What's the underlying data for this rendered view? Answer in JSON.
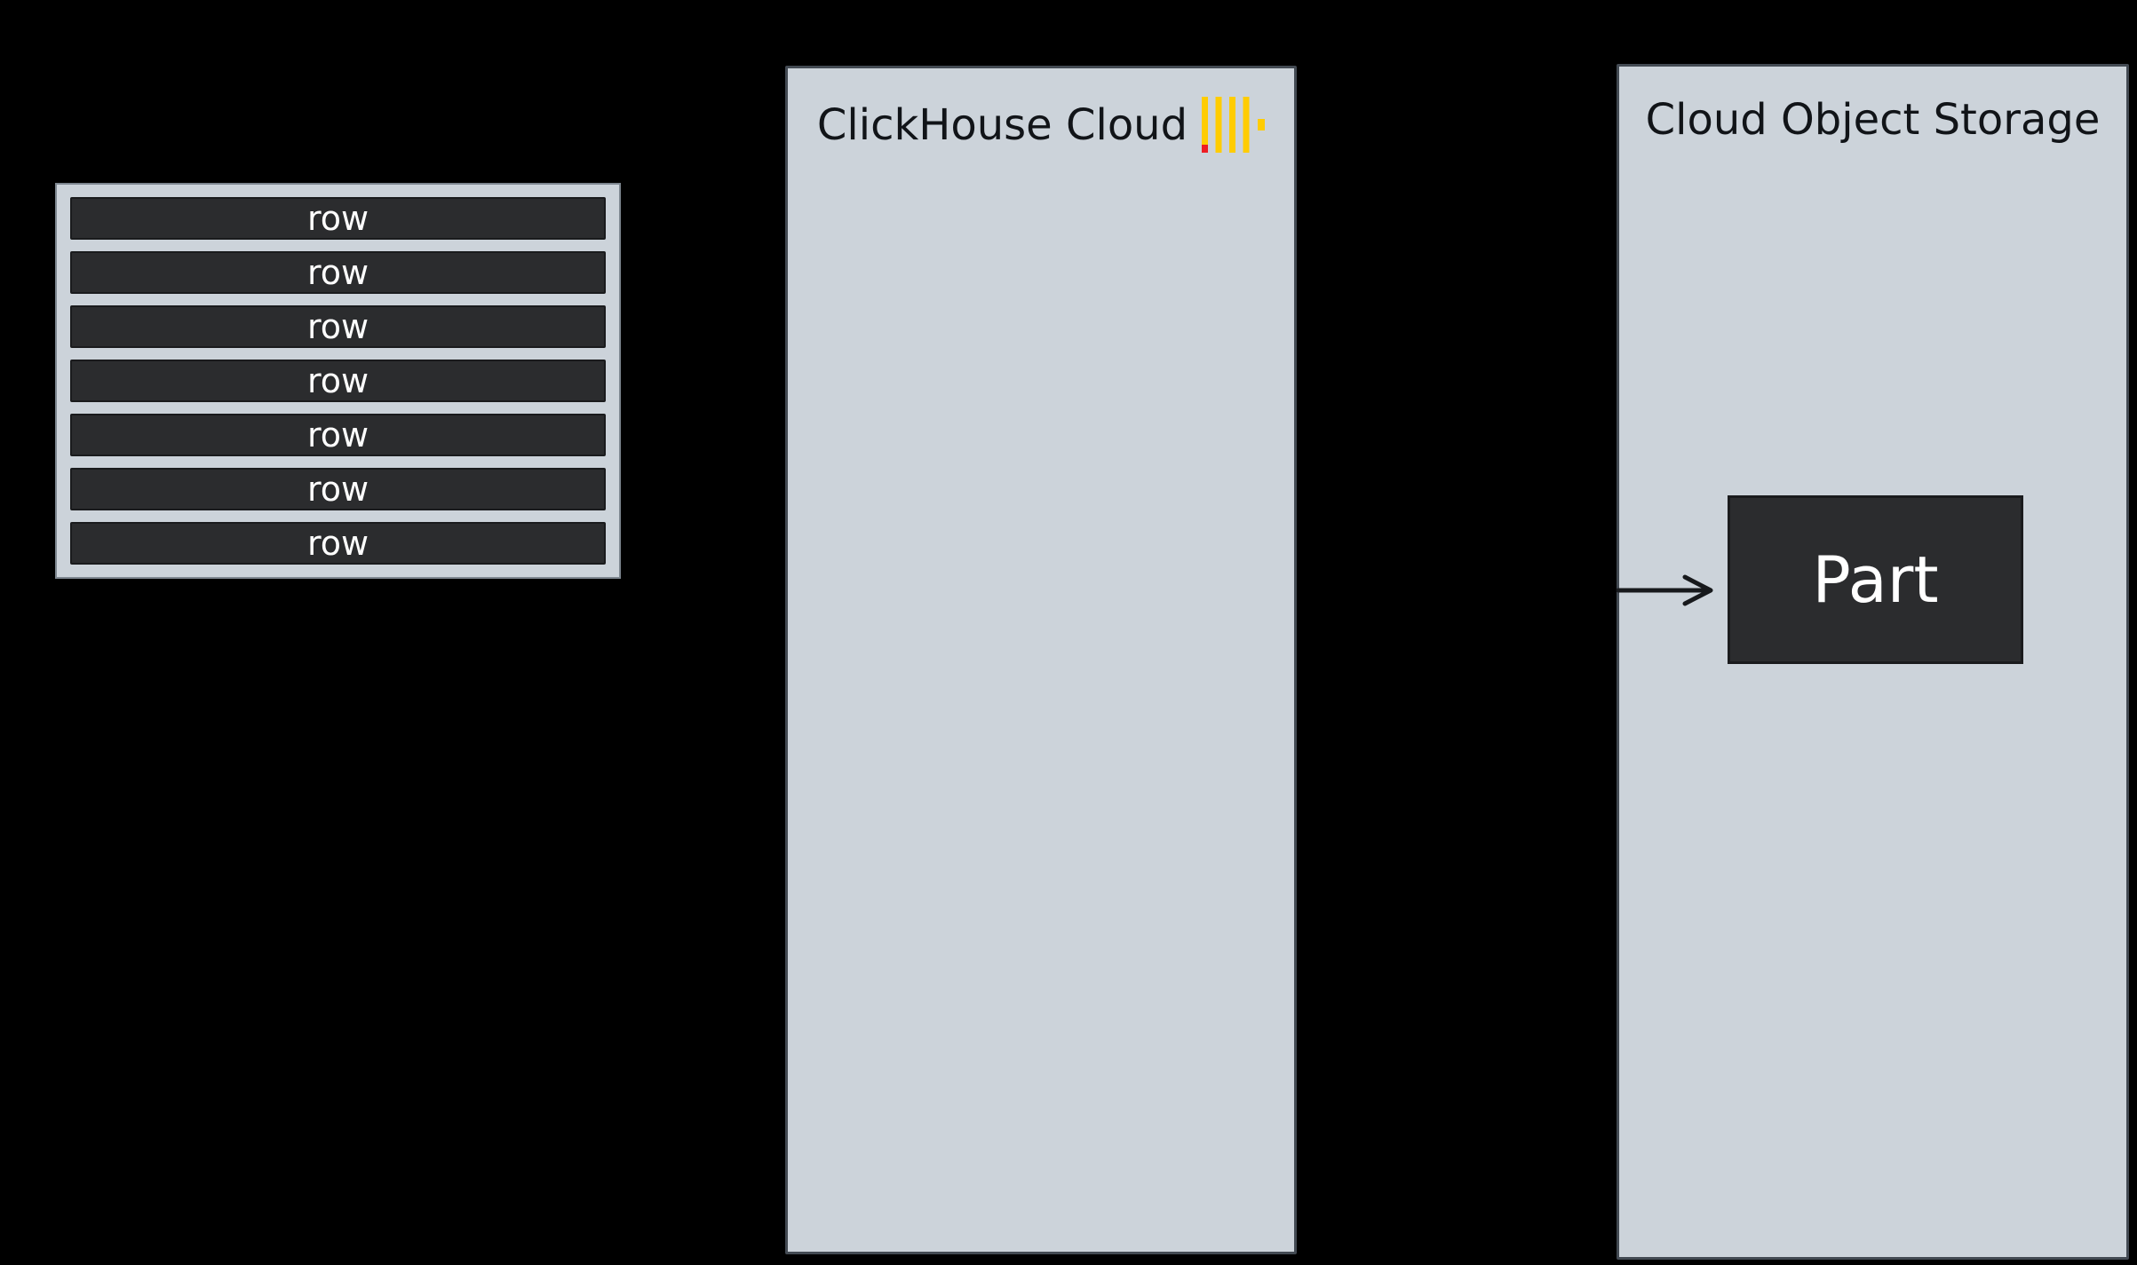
{
  "diagram": {
    "rows_table": {
      "rows": [
        "row",
        "row",
        "row",
        "row",
        "row",
        "row",
        "row"
      ]
    },
    "clickhouse_panel": {
      "title": "ClickHouse Cloud"
    },
    "storage_panel": {
      "title": "Cloud Object Storage",
      "part_label": "Part"
    }
  },
  "colors": {
    "background": "#000000",
    "panel_fill": "#ccd3da",
    "panel_border": "#434a53",
    "box_fill": "#2b2c2e",
    "box_border": "#1a1b1d",
    "container_border": "#7d868f",
    "header_text": "#111418",
    "box_text": "#ffffff",
    "logo_yellow": "#ffcc01",
    "logo_red": "#ee1d24",
    "arrow": "#17191c"
  }
}
